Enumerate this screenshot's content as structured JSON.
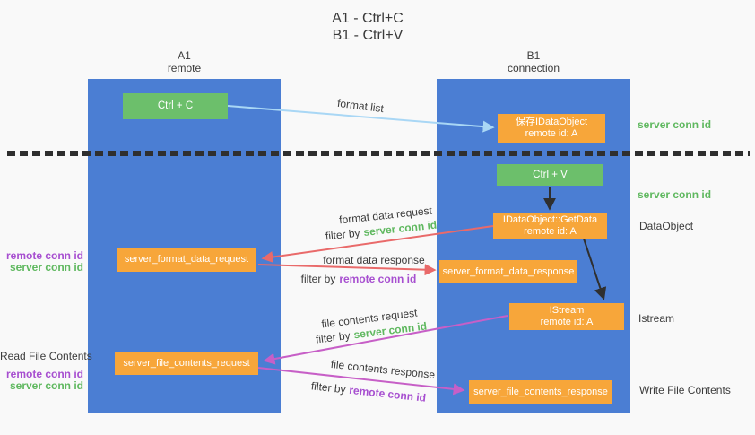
{
  "title": {
    "line1": "A1 - Ctrl+C",
    "line2": "B1 - Ctrl+V"
  },
  "lanes": {
    "left": {
      "name": "A1",
      "role": "remote"
    },
    "right": {
      "name": "B1",
      "role": "connection"
    }
  },
  "boxes": {
    "ctrl_c": {
      "label": "Ctrl + C"
    },
    "save_idataobject": {
      "line1": "保存IDataObject",
      "line2": "remote id: A"
    },
    "ctrl_v": {
      "label": "Ctrl + V"
    },
    "getdata": {
      "line1": "IDataObject::GetData",
      "line2": "remote id: A"
    },
    "format_request": {
      "label": "server_format_data_request"
    },
    "format_response": {
      "label": "server_format_data_response"
    },
    "istream": {
      "line1": "IStream",
      "line2": "remote id: A"
    },
    "file_request": {
      "label": "server_file_contents_request"
    },
    "file_response": {
      "label": "server_file_contents_response"
    }
  },
  "flow_labels": {
    "format_list": "format list",
    "format_data_request": "format data request",
    "format_data_response": "format data response",
    "file_contents_request": "file contents request",
    "file_contents_response": "file contents response",
    "filter_by": "filter by",
    "server_conn_id": "server conn id",
    "remote_conn_id": "remote conn id"
  },
  "side_labels": {
    "server_conn_id": "server conn id",
    "remote_conn_id": "remote conn id",
    "data_object": "DataObject",
    "istream": "Istream",
    "read_file_contents": "Read File Contents",
    "write_file_contents": "Write File Contents"
  },
  "colors": {
    "lane_blue": "#4b7ed3",
    "green_box": "#6cbf6b",
    "orange_box": "#f7a63a",
    "arrow_lightblue": "#a9d7f5",
    "arrow_red": "#e96a6a",
    "arrow_magenta": "#c75fc7",
    "arrow_black": "#2f2f2f",
    "green_text": "#5fb85f",
    "purple_text": "#a74fd0",
    "dark_text": "#3c3c3c"
  }
}
